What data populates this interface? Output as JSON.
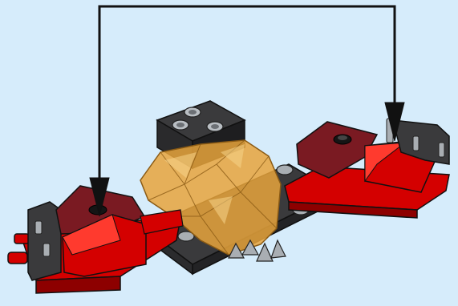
{
  "scene": {
    "kind": "lego-building-instruction-step",
    "background_color": "#d6ecfb",
    "brick_colors": {
      "red": "#d40000",
      "red_light": "#ff3a2e",
      "dark_red": "#7a1a22",
      "dark_gray": "#3a3a3c",
      "light_gray": "#a9aeb3",
      "black": "#151515",
      "trans_orange": "#e8a53c"
    },
    "arrow_color": "#111111",
    "arrows": [
      {
        "name": "arrow-to-left-wing",
        "direction": "down"
      },
      {
        "name": "arrow-to-right-wing",
        "direction": "down"
      }
    ],
    "parts": [
      "left-wing-assembly",
      "right-wing-assembly",
      "center-gray-plate",
      "trans-orange-crystal",
      "gray-spikes"
    ]
  }
}
